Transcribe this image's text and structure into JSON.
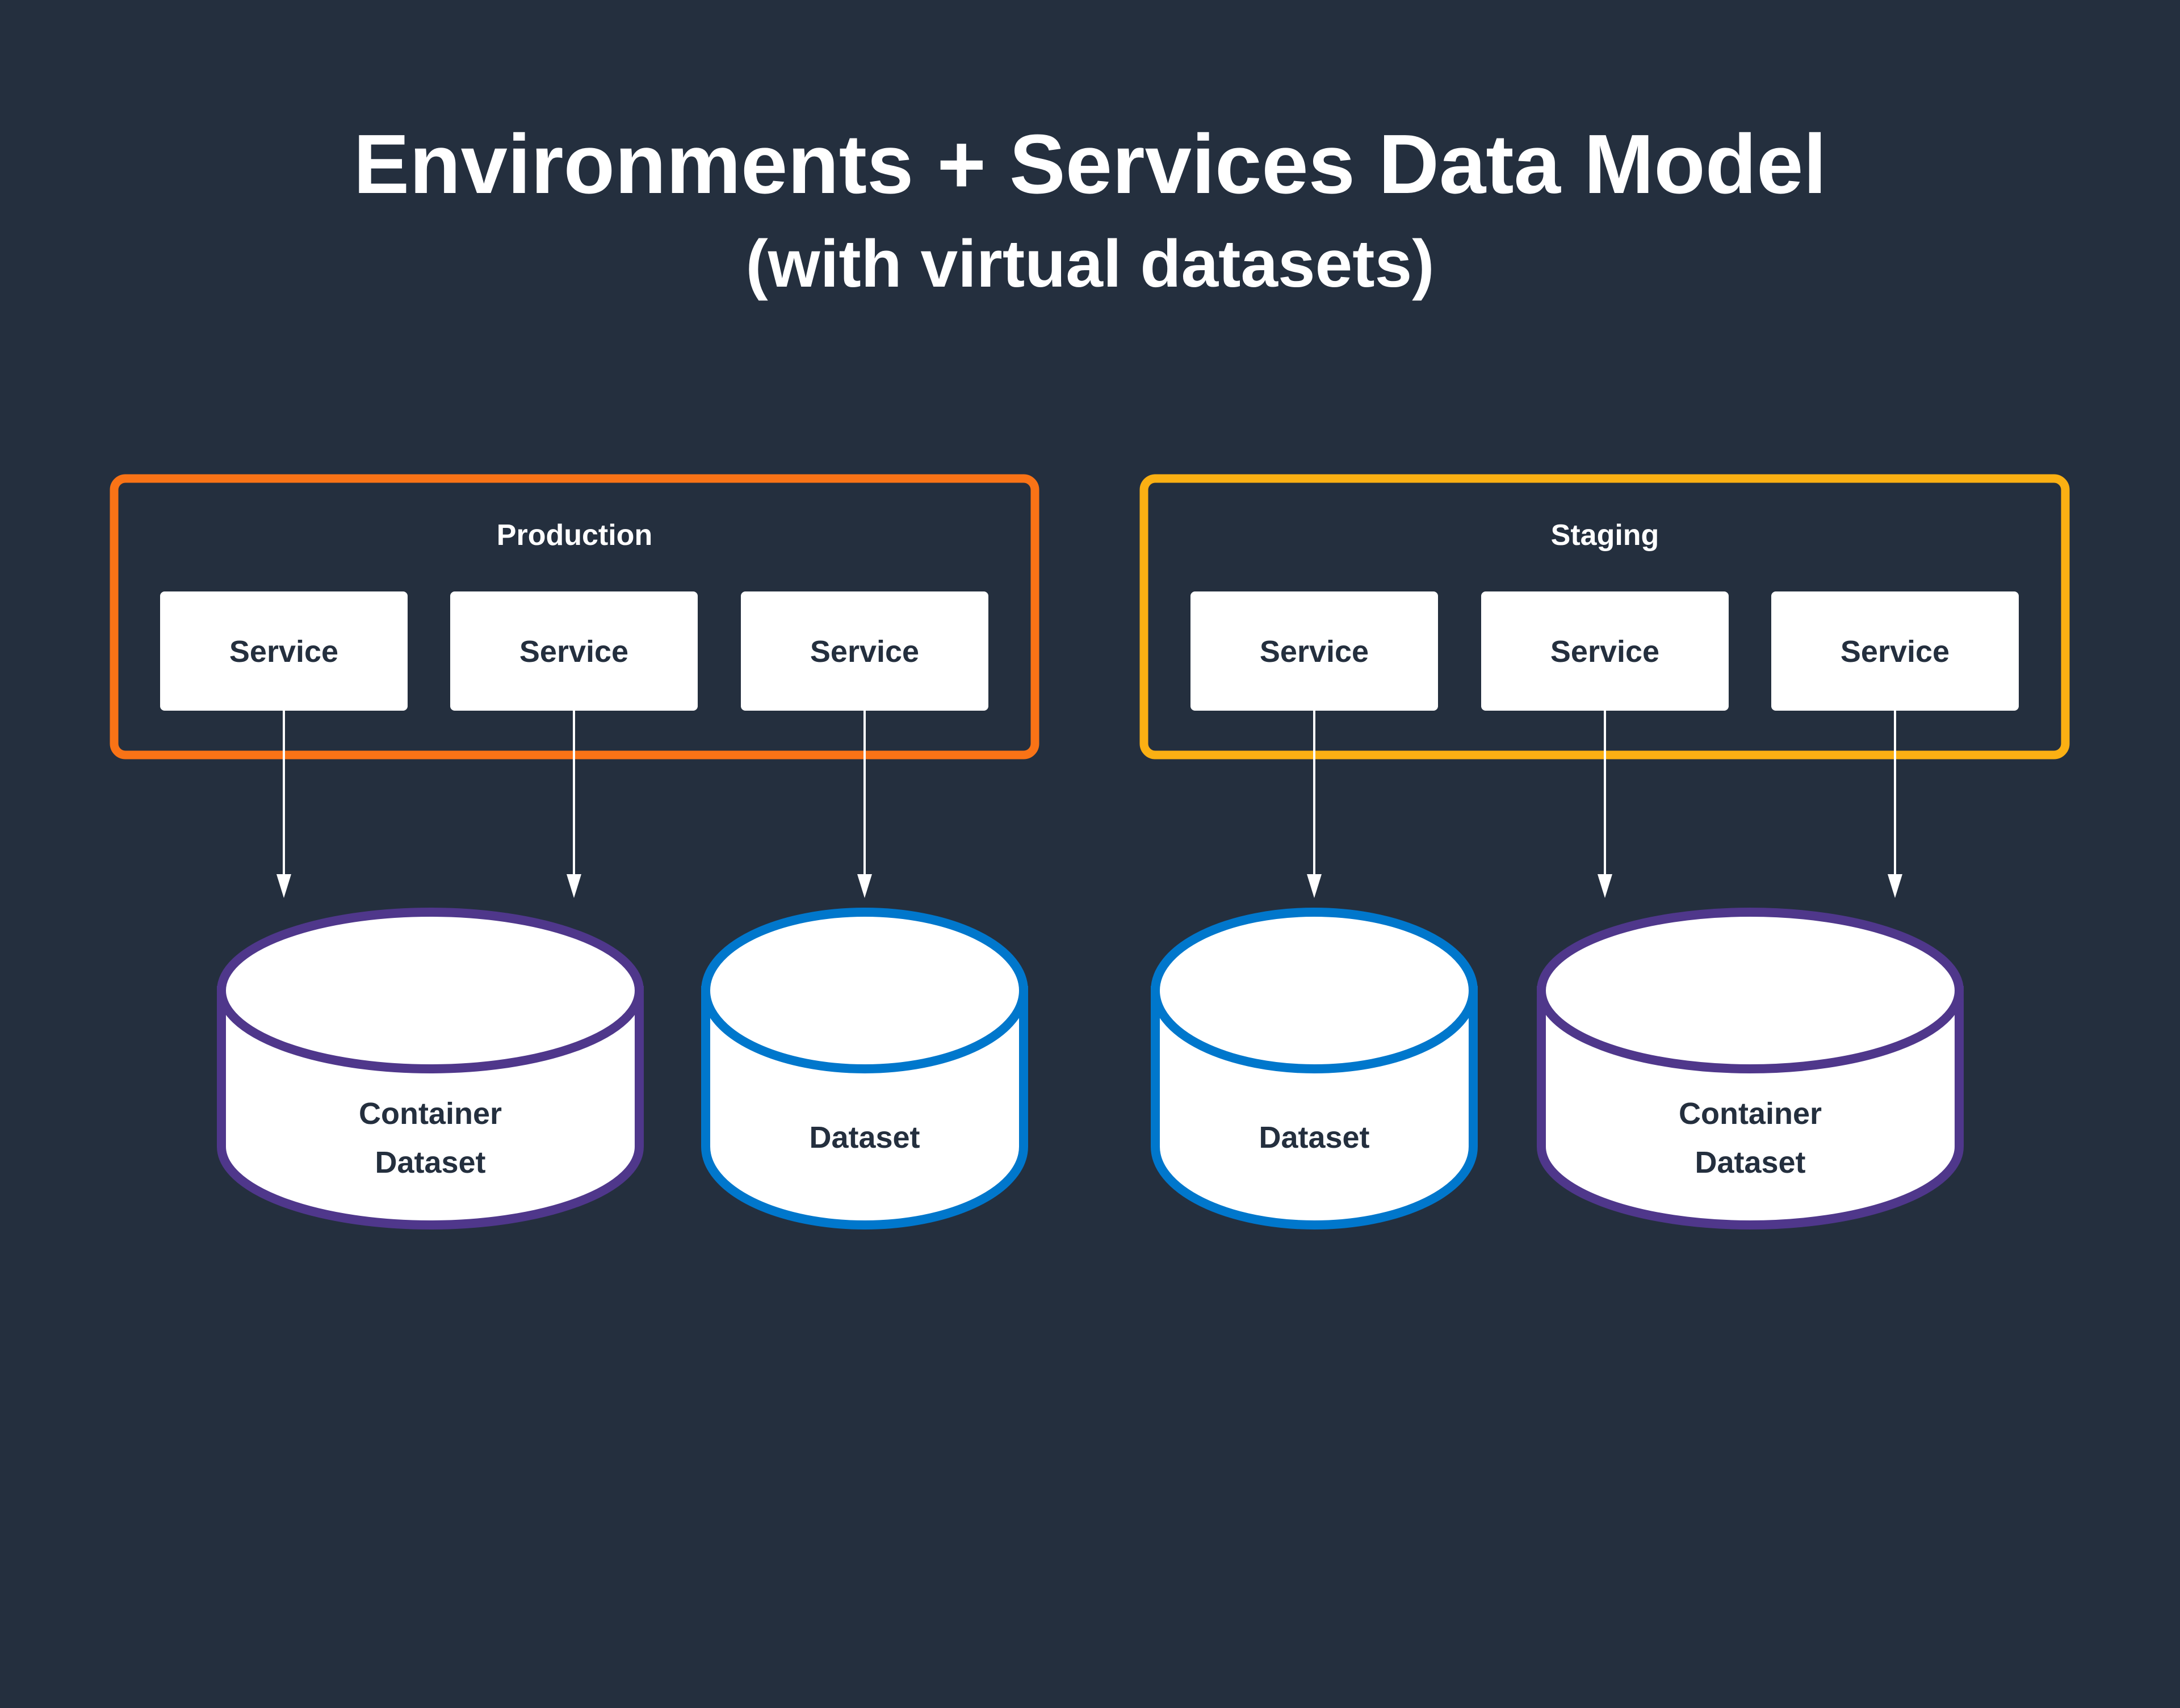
{
  "title": "Environments + Services Data Model",
  "subtitle": "(with virtual datasets)",
  "colors": {
    "background": "#242f3e",
    "production": "#f97316",
    "staging": "#fbb013",
    "container_dataset": "#4f378b",
    "dataset": "#0077cc",
    "node_fill": "#ffffff",
    "node_text": "#242f3e",
    "arrow": "#ffffff"
  },
  "environments": [
    {
      "label": "Production",
      "color_key": "production",
      "services": [
        "Service",
        "Service",
        "Service"
      ]
    },
    {
      "label": "Staging",
      "color_key": "staging",
      "services": [
        "Service",
        "Service",
        "Service"
      ]
    }
  ],
  "datasets": [
    {
      "lines": [
        "Container",
        "Dataset"
      ],
      "type": "container_dataset",
      "sources": [
        "Production.Service.1",
        "Production.Service.2"
      ]
    },
    {
      "lines": [
        "Dataset"
      ],
      "type": "dataset",
      "sources": [
        "Production.Service.3"
      ]
    },
    {
      "lines": [
        "Dataset"
      ],
      "type": "dataset",
      "sources": [
        "Staging.Service.1"
      ]
    },
    {
      "lines": [
        "Container",
        "Dataset"
      ],
      "type": "container_dataset",
      "sources": [
        "Staging.Service.2",
        "Staging.Service.3"
      ]
    }
  ],
  "edges": [
    {
      "from": "Production.Service.1",
      "to": "Container Dataset (Production)"
    },
    {
      "from": "Production.Service.2",
      "to": "Container Dataset (Production)"
    },
    {
      "from": "Production.Service.3",
      "to": "Dataset (Production)"
    },
    {
      "from": "Staging.Service.1",
      "to": "Dataset (Staging)"
    },
    {
      "from": "Staging.Service.2",
      "to": "Container Dataset (Staging)"
    },
    {
      "from": "Staging.Service.3",
      "to": "Container Dataset (Staging)"
    }
  ]
}
